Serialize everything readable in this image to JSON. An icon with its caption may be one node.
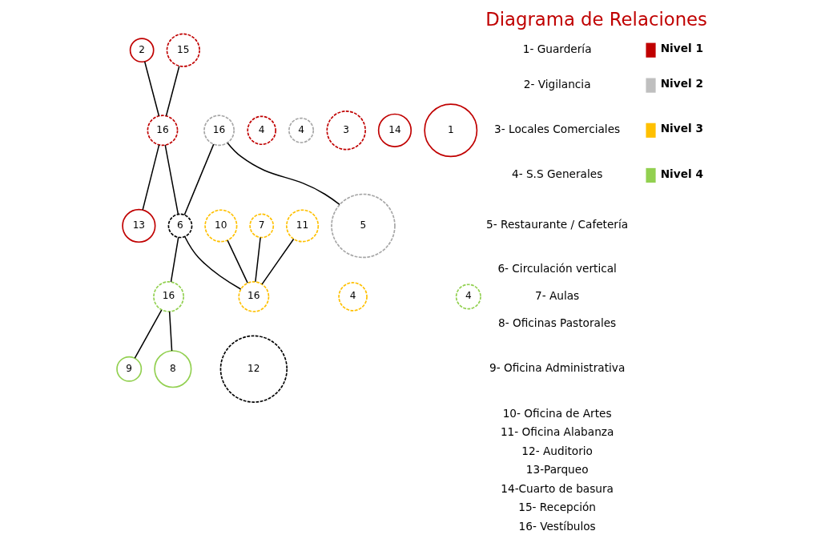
{
  "diagram": {
    "title": "Diagrama de Relaciones",
    "nodes": [
      {
        "text": [
          "2"
        ]
      },
      {
        "text": [
          "4"
        ]
      },
      {
        "text": [
          "15"
        ]
      },
      {
        "text": [
          "4"
        ]
      },
      {
        "text": [
          "16"
        ]
      },
      {
        "text": [
          "3"
        ]
      },
      {
        "text": [
          "16"
        ]
      },
      {
        "text": [
          "14"
        ]
      },
      {
        "text": [
          "1"
        ]
      },
      {
        "text": [
          "13"
        ]
      },
      {
        "text": [
          "6"
        ]
      },
      {
        "text": [
          "5"
        ]
      },
      {
        "text": [
          "10"
        ]
      },
      {
        "text": [
          "16"
        ]
      },
      {
        "text": [
          "4"
        ]
      },
      {
        "text": [
          "7"
        ]
      },
      {
        "text": [
          "16"
        ]
      },
      {
        "text": [
          "12"
        ]
      },
      {
        "text": [
          "9"
        ]
      },
      {
        "text": [
          "11"
        ]
      },
      {
        "text": [
          "4"
        ]
      },
      {
        "text": [
          "8"
        ]
      }
    ],
    "edges": [
      {
        "from": 0,
        "to": 4,
        "arrow": "none"
      },
      {
        "from": 2,
        "to": 4,
        "arrow": "none"
      },
      {
        "from": 4,
        "to": 9,
        "arrow": "none"
      },
      {
        "from": 4,
        "to": 10,
        "arrow": "none"
      },
      {
        "from": 6,
        "to": 10,
        "arrow": "none"
      },
      {
        "from": 6,
        "to": 11,
        "arrow": "none"
      },
      {
        "from": 10,
        "to": 13,
        "arrow": "none"
      },
      {
        "from": 10,
        "to": 16,
        "arrow": "none"
      },
      {
        "from": 12,
        "to": 13,
        "arrow": "none"
      },
      {
        "from": 15,
        "to": 13,
        "arrow": "none"
      },
      {
        "from": 19,
        "to": 13,
        "arrow": "none"
      },
      {
        "from": 16,
        "to": 18,
        "arrow": "none"
      },
      {
        "from": 16,
        "to": 21,
        "arrow": "none"
      }
    ],
    "labels": [
      "1- Guardería",
      "2- Vigilancia",
      "3- Locales Comerciales",
      "4- S.S Generales",
      "5- Restaurante / Cafetería",
      "6- Circulación vertical",
      "7- Aulas",
      "8- Oficinas Pastorales",
      "9- Oficina Administrativa",
      "10- Oficina de Artes",
      "11- Oficina Alabanza",
      "12- Auditorio",
      "13-Parqueo",
      "14-Cuarto de basura",
      "15- Recepción",
      "16- Vestíbulos"
    ],
    "legend": [
      {
        "text": "Nivel 1",
        "color": "#c00000"
      },
      {
        "text": "Nivel 2",
        "color": "#bfbfbf"
      },
      {
        "text": "Nivel 3",
        "color": "#ffc000"
      },
      {
        "text": "Nivel 4",
        "color": "#92d050"
      }
    ]
  }
}
